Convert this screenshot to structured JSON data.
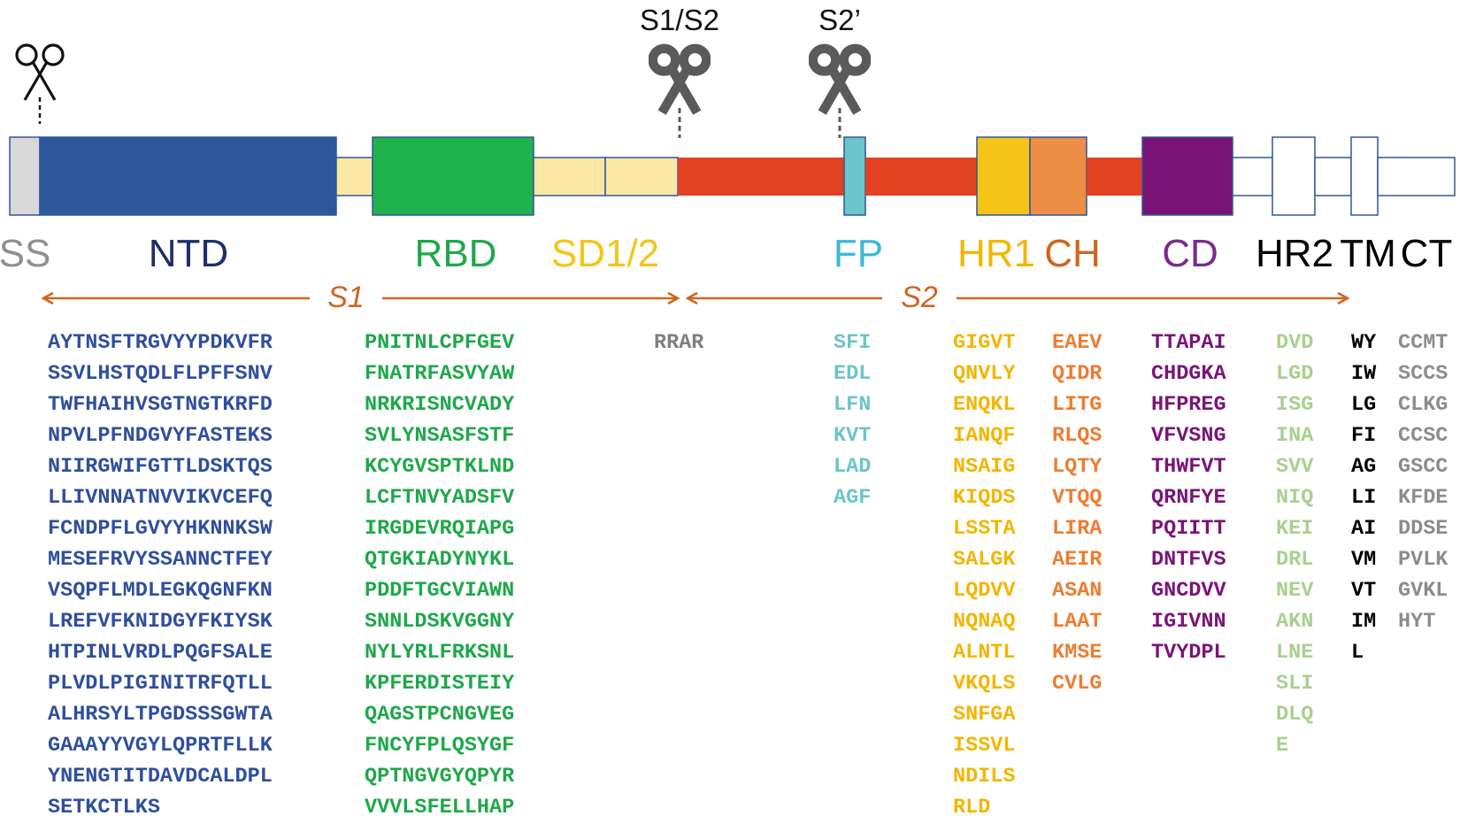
{
  "cleavage_sites": {
    "s1s2": "S1/S2",
    "s2prime": "S2’"
  },
  "domains": [
    {
      "key": "ss",
      "label": "SS",
      "color": "#909090"
    },
    {
      "key": "ntd",
      "label": "NTD",
      "color": "#1d2e6a"
    },
    {
      "key": "rbd",
      "label": "RBD",
      "color": "#1fa84a"
    },
    {
      "key": "sd12",
      "label": "SD1/2",
      "color": "#f5c518"
    },
    {
      "key": "fp",
      "label": "FP",
      "color": "#3db8d8"
    },
    {
      "key": "hr1",
      "label": "HR1",
      "color": "#f2b600"
    },
    {
      "key": "ch",
      "label": "CH",
      "color": "#d0651e"
    },
    {
      "key": "cd",
      "label": "CD",
      "color": "#7a2a8c"
    },
    {
      "key": "hr2",
      "label": "HR2",
      "color": "#000000"
    },
    {
      "key": "tm",
      "label": "TM",
      "color": "#000000"
    },
    {
      "key": "ct",
      "label": "CT",
      "color": "#000000"
    }
  ],
  "subunits": {
    "s1": "S1",
    "s2": "S2",
    "arrow_color": "#d0651e"
  },
  "bar_colors": {
    "ss": "#d9d9d9",
    "ntd": "#2f579b",
    "linker": "#fce8a5",
    "rbd": "#20b24b",
    "sd": "#fce8a5",
    "s2": "#e24222",
    "fp": "#6cc5c8",
    "hr1": "#f4c418",
    "ch": "#ed8e46",
    "cd": "#7b1477",
    "tail": "#ffffff",
    "outline": "#2f579b"
  },
  "sequences": {
    "ntd": {
      "color": "#2f4f9e",
      "lines": [
        "AYTNSFTRGVYYPDKVFR",
        "SSVLHSTQDLFLPFFSNV",
        "TWFHAIHVSGTNGTKRFD",
        "NPVLPFNDGVYFASTEKS",
        "NIIRGWIFGTTLDSKTQS",
        "LLIVNNATNVVIKVCEFQ",
        "FCNDPFLGVYYHKNNKSW",
        "MESEFRVYSSANNCTFEY",
        "VSQPFLMDLEGKQGNFKN",
        "LREFVFKNIDGYFKIYSK",
        "HTPINLVRDLPQGFSALE",
        "PLVDLPIGINITRFQTLL",
        "ALHRSYLTPGDSSSGWTA",
        "GAAAYYVGYLQPRTFLLK",
        "YNENGTITDAVDCALDPL",
        "SETKCTLKS"
      ]
    },
    "rbd": {
      "color": "#1ea84a",
      "lines": [
        "PNITNLCPFGEV",
        "FNATRFASVYAW",
        "NRKRISNCVADY",
        "SVLYNSASFSTF",
        "KCYGVSPTKLND",
        "LCFTNVYADSFV",
        "IRGDEVRQIAPG",
        "QTGKIADYNYKL",
        "PDDFTGCVIAWN",
        "SNNLDSKVGGNY",
        "NYLYRLFRKSNL",
        "KPFERDISTEIY",
        "QAGSTPCNGVEG",
        "FNCYFPLQSYGF",
        "QPTNGVGYQPYR",
        "VVVLSFELLHAP"
      ]
    },
    "furin": {
      "color": "#7f7f7f",
      "lines": [
        "RRAR"
      ]
    },
    "fp": {
      "color": "#6cc5c8",
      "lines": [
        "SFI",
        "EDL",
        "LFN",
        "KVT",
        "LAD",
        "AGF"
      ]
    },
    "hr1": {
      "color": "#f2b600",
      "lines": [
        "GIGVT",
        "QNVLY",
        "ENQKL",
        "IANQF",
        "NSAIG",
        "KIQDS",
        "LSSTA",
        "SALGK",
        "LQDVV",
        "NQNAQ",
        "ALNTL",
        "VKQLS",
        "SNFGA",
        "ISSVL",
        "NDILS",
        "RLD"
      ]
    },
    "ch": {
      "color": "#ed7d31",
      "lines": [
        "EAEV",
        "QIDR",
        "LITG",
        "RLQS",
        "LQTY",
        "VTQQ",
        "LIRA",
        "AEIR",
        "ASAN",
        "LAAT",
        "KMSE",
        "CVLG"
      ]
    },
    "cd": {
      "color": "#7b1477",
      "lines": [
        "TTAPAI",
        "CHDGKA",
        "HFPREG",
        "VFVSNG",
        "THWFVT",
        "QRNFYE",
        "PQIITT",
        "DNTFVS",
        "GNCDVV",
        "IGIVNN",
        "TVYDPL"
      ]
    },
    "hr2": {
      "color": "#a9d08e",
      "lines": [
        "DVD",
        "LGD",
        "ISG",
        "INA",
        "SVV",
        "NIQ",
        "KEI",
        "DRL",
        "NEV",
        "AKN",
        "LNE",
        "SLI",
        "DLQ",
        "E"
      ]
    },
    "tm": {
      "color": "#000000",
      "lines": [
        "WY",
        "IW",
        "LG",
        "FI",
        "AG",
        "LI",
        "AI",
        "VM",
        "VT",
        "IM",
        "L"
      ]
    },
    "ct": {
      "color": "#8c8c8c",
      "lines": [
        "CCMT",
        "SCCS",
        "CLKG",
        "CCSC",
        "GSCC",
        "KFDE",
        "DDSE",
        "PVLK",
        "GVKL",
        "HYT"
      ]
    }
  }
}
